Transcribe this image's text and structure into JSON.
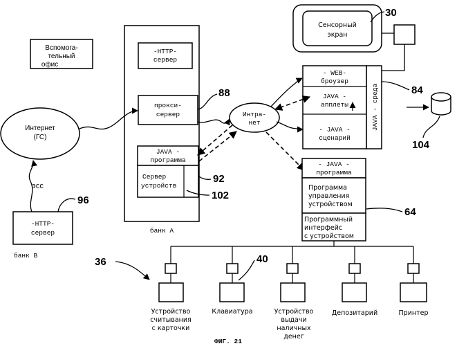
{
  "diagram": {
    "screen": {
      "line1": "Сенсорный",
      "line2": "экран"
    },
    "back_office": {
      "line1": "Вспомога-",
      "line2": "тельный",
      "line3": "офис"
    },
    "http_server_a": {
      "line1": "-HTTP-",
      "line2": "сервер"
    },
    "proxy_server": {
      "line1": "прокси-",
      "line2": "сервер"
    },
    "java_program_a": {
      "line1": "JAVA  -",
      "line2": "программа"
    },
    "device_server": {
      "line1": "Сервер",
      "line2": "устройств"
    },
    "bank_a_label": "банк А",
    "internet": {
      "line1": "Интернет",
      "line2": "(ГС)"
    },
    "esc_label": "ЭСС",
    "http_server_b": {
      "line1": "-HTTP-",
      "line2": "сервер"
    },
    "bank_b_label": "банк В",
    "intranet": {
      "line1": "Интра-",
      "line2": "нет"
    },
    "web_browser": {
      "line1": "- WEB-",
      "line2": "броузер"
    },
    "java_applets": {
      "line1": "JAVA  -",
      "line2": "апплеты"
    },
    "java_scenario": {
      "line1": "- JAVA -",
      "line2": "сценарий"
    },
    "java_env": "JAVA - среда",
    "java_program_b": {
      "line1": "- JAVA -",
      "line2": "программа"
    },
    "device_control": {
      "line1": "Программа",
      "line2": "управления",
      "line3": "устройством"
    },
    "device_interface": {
      "line1": "Программный",
      "line2": "интерфейс",
      "line3": "с устройством"
    },
    "devices": [
      {
        "line1": "Устройство",
        "line2": "считывания",
        "line3": "с карточки"
      },
      {
        "line1": "Клавиатура"
      },
      {
        "line1": "Устройство",
        "line2": "выдачи",
        "line3": "наличных",
        "line4": "денег"
      },
      {
        "line1": "Депозитарий"
      },
      {
        "line1": "Принтер"
      }
    ],
    "refs": {
      "r30": "30",
      "r88": "88",
      "r84": "84",
      "r104": "104",
      "r92": "92",
      "r102": "102",
      "r96": "96",
      "r64": "64",
      "r36": "36",
      "r40": "40"
    },
    "figure_caption": "ФИГ. 21"
  }
}
